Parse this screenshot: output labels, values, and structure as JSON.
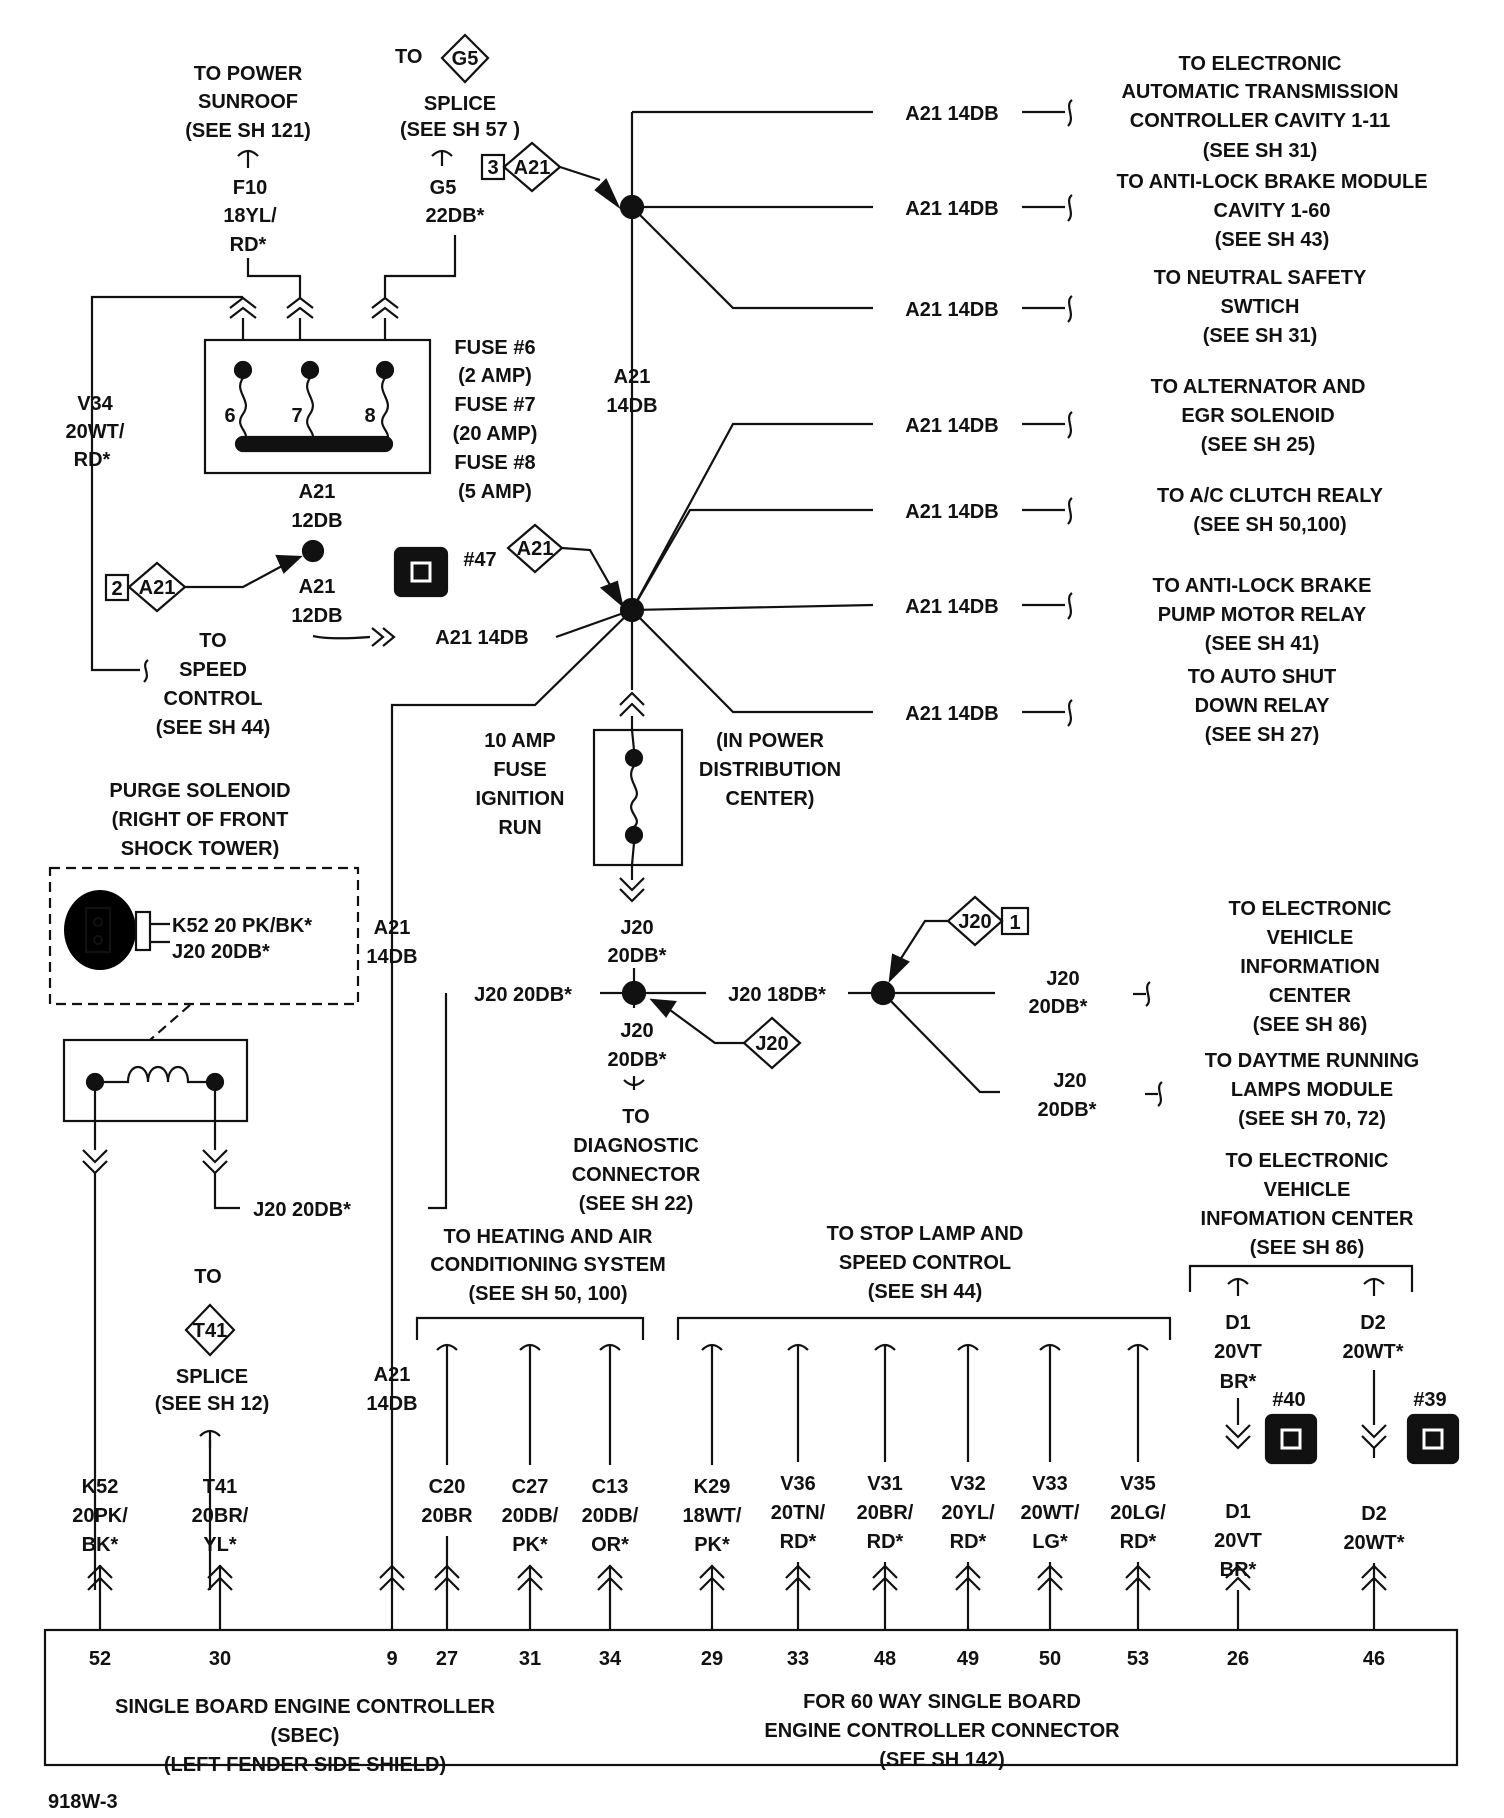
{
  "labels": {
    "t_sunroof_1": "TO POWER",
    "t_sunroof_2": "SUNROOF",
    "t_sunroof_3": "(SEE SH 121)",
    "t_to_g5": "TO",
    "t_g5_splice_1": "SPLICE",
    "t_g5_splice_2": "(SEE SH 57 )",
    "f10_1": "F10",
    "f10_2": "18YL/",
    "f10_3": "RD*",
    "g5_w1": "G5",
    "g5_w2": "22DB*",
    "v34_1": "V34",
    "v34_2": "20WT/",
    "v34_3": "RD*",
    "fuse6_name": "FUSE #6",
    "fuse6_amp": "(2 AMP)",
    "fuse7_name": "FUSE #7",
    "fuse7_amp": "(20 AMP)",
    "fuse8_name": "FUSE #8",
    "fuse8_amp": "(5 AMP)",
    "a21_12db_a1": "A21",
    "a21_12db_a2": "12DB",
    "a21_12db_b1": "A21",
    "a21_12db_b2": "12DB",
    "a21_14db_mid": "A21 14DB",
    "a21_vert_1": "A21",
    "a21_vert_2": "14DB",
    "sp47": "#47",
    "to_speed_1": "TO",
    "to_speed_2": "SPEED",
    "to_speed_3": "CONTROL",
    "to_speed_4": "(SEE SH 44)",
    "fuse10_1": "10 AMP",
    "fuse10_2": "FUSE",
    "fuse10_3": "IGNITION",
    "fuse10_4": "RUN",
    "pdc_1": "(IN POWER",
    "pdc_2": "DISTRIBUTION",
    "pdc_3": "CENTER)",
    "purge_1": "PURGE SOLENOID",
    "purge_2": "(RIGHT OF FRONT",
    "purge_3": "SHOCK TOWER)",
    "purge_k52": "K52 20 PK/BK*",
    "purge_j20": "J20 20DB*",
    "a21_left_1": "A21",
    "a21_left_2": "14DB",
    "a21_low_1": "A21",
    "a21_low_2": "14DB",
    "j20_c1": "J20",
    "j20_c2": "20DB*",
    "j20_left": "J20 20DB*",
    "j20_18": "J20 18DB*",
    "j20_d1": "J20",
    "j20_d2": "20DB*",
    "to_diag_1": "TO",
    "to_diag_2": "DIAGNOSTIC",
    "to_diag_3": "CONNECTOR",
    "to_diag_4": "(SEE SH 22)",
    "j20_r1a": "J20",
    "j20_r1b": "20DB*",
    "j20_r2a": "J20",
    "j20_r2b": "20DB*",
    "j20_bottom": "J20 20DB*",
    "t41_to": "TO",
    "t41_splice_1": "SPLICE",
    "t41_splice_2": "(SEE SH  12)",
    "hvac_1": "TO HEATING AND AIR",
    "hvac_2": "CONDITIONING SYSTEM",
    "hvac_3": "(SEE SH 50, 100)",
    "stop_1": "TO STOP LAMP AND",
    "stop_2": "SPEED CONTROL",
    "stop_3": "(SEE SH 44)",
    "evic2_1": "TO ELECTRONIC",
    "evic2_2": "VEHICLE",
    "evic2_3": "INFOMATION CENTER",
    "evic2_4": "(SEE SH 86)",
    "d1_1": "D1",
    "d1_2": "20VT",
    "d1_3": "BR*",
    "d2_1": "D2",
    "d2_2": "20WT*",
    "sp40": "#40",
    "sp39": "#39",
    "sbec_1": "SINGLE BOARD ENGINE CONTROLLER",
    "sbec_2": "(SBEC)",
    "sbec_3": "(LEFT FENDER SIDE SHIELD)",
    "conn_1": "FOR 60 WAY SINGLE BOARD",
    "conn_2": "ENGINE CONTROLLER CONNECTOR",
    "conn_3": "(SEE SH 142)",
    "fig_id": "918W-3"
  },
  "right_branches": [
    {
      "wire": "A21 14DB",
      "lines": [
        "TO ELECTRONIC",
        "AUTOMATIC TRANSMISSION",
        "CONTROLLER CAVITY 1-11",
        "(SEE SH 31)"
      ]
    },
    {
      "wire": "A21 14DB",
      "lines": [
        "TO ANTI-LOCK BRAKE MODULE",
        "CAVITY 1-60",
        "(SEE SH 43)"
      ]
    },
    {
      "wire": "A21 14DB",
      "lines": [
        "TO NEUTRAL SAFETY",
        "SWTICH",
        "(SEE SH 31)"
      ]
    },
    {
      "wire": "A21 14DB",
      "lines": [
        "TO ALTERNATOR AND",
        "EGR SOLENOID",
        "(SEE SH 25)"
      ]
    },
    {
      "wire": "A21 14DB",
      "lines": [
        "TO A/C CLUTCH REALY",
        "(SEE SH 50,100)"
      ]
    },
    {
      "wire": "A21 14DB",
      "lines": [
        "TO ANTI-LOCK BRAKE",
        "PUMP MOTOR RELAY",
        "(SEE SH 41)"
      ]
    },
    {
      "wire": "A21 14DB",
      "lines": [
        "TO AUTO SHUT",
        "DOWN RELAY",
        "(SEE SH 27)"
      ]
    }
  ],
  "evic": [
    "TO ELECTRONIC",
    "VEHICLE",
    "INFORMATION",
    "CENTER",
    "(SEE SH 86)"
  ],
  "drl": [
    "TO DAYTME RUNNING",
    "LAMPS MODULE",
    "(SEE SH 70, 72)"
  ],
  "splice_tags": {
    "g5": "G5",
    "a21_top": "A21",
    "a21_top_num": "3",
    "a21_left": "A21",
    "a21_left_num": "2",
    "a21_47": "A21",
    "j20_top": "J20",
    "j20_top_num": "1",
    "j20_low": "J20",
    "t41": "T41"
  },
  "bottom_wires": [
    {
      "lines": [
        "K52",
        "20PK/",
        "BK*"
      ],
      "pin": "52"
    },
    {
      "lines": [
        "T41",
        "20BR/",
        "YL*"
      ],
      "pin": "30"
    },
    {
      "lines": [],
      "pin": "9"
    },
    {
      "lines": [
        "C20",
        "20BR"
      ],
      "pin": "27"
    },
    {
      "lines": [
        "C27",
        "20DB/",
        "PK*"
      ],
      "pin": "31"
    },
    {
      "lines": [
        "C13",
        "20DB/",
        "OR*"
      ],
      "pin": "34"
    },
    {
      "lines": [
        "K29",
        "18WT/",
        "PK*"
      ],
      "pin": "29"
    },
    {
      "lines": [
        "V36",
        "20TN/",
        "RD*"
      ],
      "pin": "33"
    },
    {
      "lines": [
        "V31",
        "20BR/",
        "RD*"
      ],
      "pin": "48"
    },
    {
      "lines": [
        "V32",
        "20YL/",
        "RD*"
      ],
      "pin": "49"
    },
    {
      "lines": [
        "V33",
        "20WT/",
        "LG*"
      ],
      "pin": "50"
    },
    {
      "lines": [
        "V35",
        "20LG/",
        "RD*"
      ],
      "pin": "53"
    },
    {
      "lines": [
        "D1",
        "20VT",
        "BR*"
      ],
      "pin": "26"
    },
    {
      "lines": [
        "D2",
        "20WT*"
      ],
      "pin": "46"
    }
  ],
  "fuse_numbers": [
    "6",
    "7",
    "8"
  ]
}
